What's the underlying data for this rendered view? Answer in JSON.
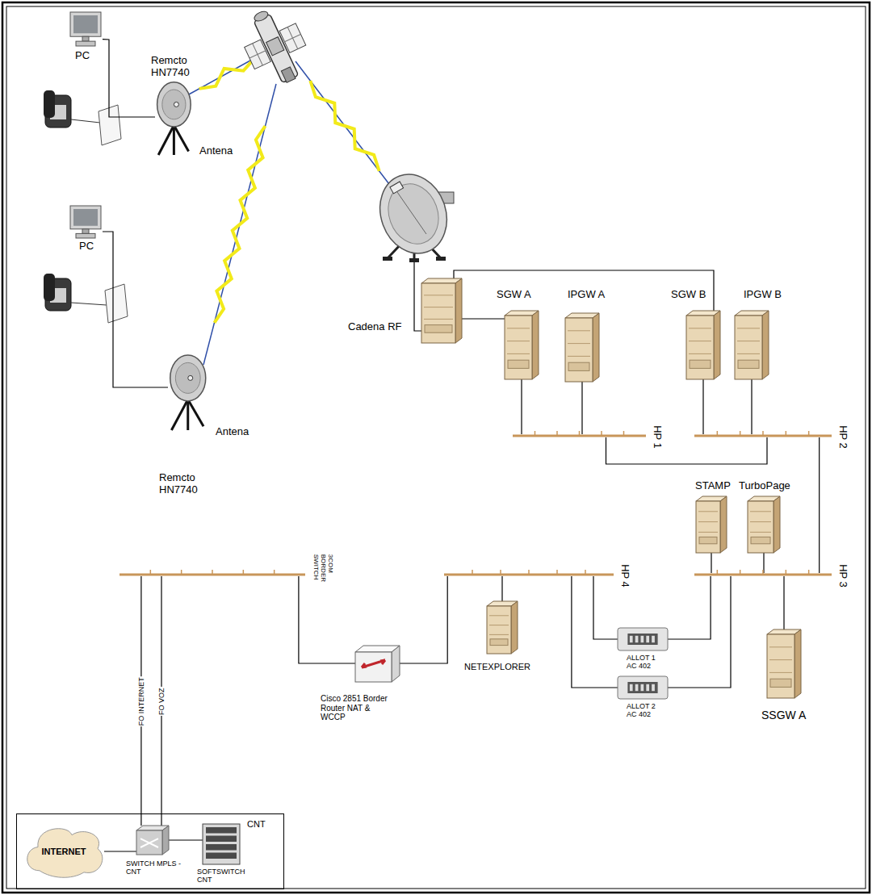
{
  "diagram": {
    "nodes": [
      {
        "text": [
          "PC"
        ]
      },
      {
        "text": [
          "Remcto HN7740",
          "Antena"
        ]
      },
      {
        "text": [
          "PC"
        ]
      },
      {
        "text": [
          "Antena",
          "Remcto HN7740"
        ]
      },
      {
        "text": [
          "Cadena RF"
        ]
      },
      {
        "text": [
          "SGW A"
        ]
      },
      {
        "text": [
          "IPGW A"
        ]
      },
      {
        "text": [
          "SGW B"
        ]
      },
      {
        "text": [
          "IPGW B"
        ]
      },
      {
        "text": [
          "HP 1"
        ]
      },
      {
        "text": [
          "HP 2"
        ]
      },
      {
        "text": [
          "STAMP"
        ]
      },
      {
        "text": [
          "TurboPage"
        ]
      },
      {
        "text": [
          "HP 3"
        ]
      },
      {
        "text": [
          "SSGW A"
        ]
      },
      {
        "text": [
          "HP 4"
        ]
      },
      {
        "text": [
          "NETEXPLORER"
        ]
      },
      {
        "text": [
          "ALLOT 1 AC 402"
        ]
      },
      {
        "text": [
          "ALLOT 2 AC 402"
        ]
      },
      {
        "text": [
          "3COM BORDER SWITCH"
        ]
      },
      {
        "text": [
          "Cisco 2851 Border Router NAT & WCCP"
        ]
      },
      {
        "text": [
          "CNT"
        ]
      },
      {
        "text": [
          "INTERNET"
        ],
        "in": 21
      },
      {
        "text": [
          "SWITCH MPLS - CNT"
        ],
        "in": 21
      },
      {
        "text": [
          "SOFTSWITCH CNT"
        ],
        "in": 21
      }
    ],
    "edges": [
      {
        "from": 0,
        "to": 1,
        "arrow": "none"
      },
      {
        "from": 2,
        "to": 3,
        "arrow": "none"
      },
      {
        "from": 4,
        "to": 5,
        "arrow": "none"
      },
      {
        "from": 4,
        "to": 7,
        "arrow": "none"
      },
      {
        "from": 5,
        "to": 9,
        "arrow": "none"
      },
      {
        "from": 6,
        "to": 9,
        "arrow": "none"
      },
      {
        "from": 7,
        "to": 10,
        "arrow": "none"
      },
      {
        "from": 8,
        "to": 10,
        "arrow": "none"
      },
      {
        "from": 9,
        "to": 10,
        "arrow": "none"
      },
      {
        "from": 10,
        "to": 13,
        "arrow": "none"
      },
      {
        "from": 11,
        "to": 13,
        "arrow": "none"
      },
      {
        "from": 12,
        "to": 13,
        "arrow": "none"
      },
      {
        "from": 14,
        "to": 13,
        "arrow": "none"
      },
      {
        "from": 15,
        "to": 16,
        "arrow": "none"
      },
      {
        "from": 15,
        "to": 17,
        "arrow": "none"
      },
      {
        "from": 15,
        "to": 18,
        "arrow": "none"
      },
      {
        "from": 13,
        "to": 17,
        "arrow": "none"
      },
      {
        "from": 13,
        "to": 18,
        "arrow": "none"
      },
      {
        "from": 15,
        "to": 20,
        "arrow": "none"
      },
      {
        "from": 19,
        "to": 20,
        "arrow": "none"
      },
      {
        "from": 19,
        "to": 23,
        "label": "FO INTERNET",
        "arrow": "none"
      },
      {
        "from": 19,
        "to": 23,
        "label": "FO VOZ",
        "arrow": "none"
      },
      {
        "from": 22,
        "to": 23,
        "arrow": "none"
      },
      {
        "from": 23,
        "to": 24,
        "arrow": "none"
      }
    ]
  }
}
